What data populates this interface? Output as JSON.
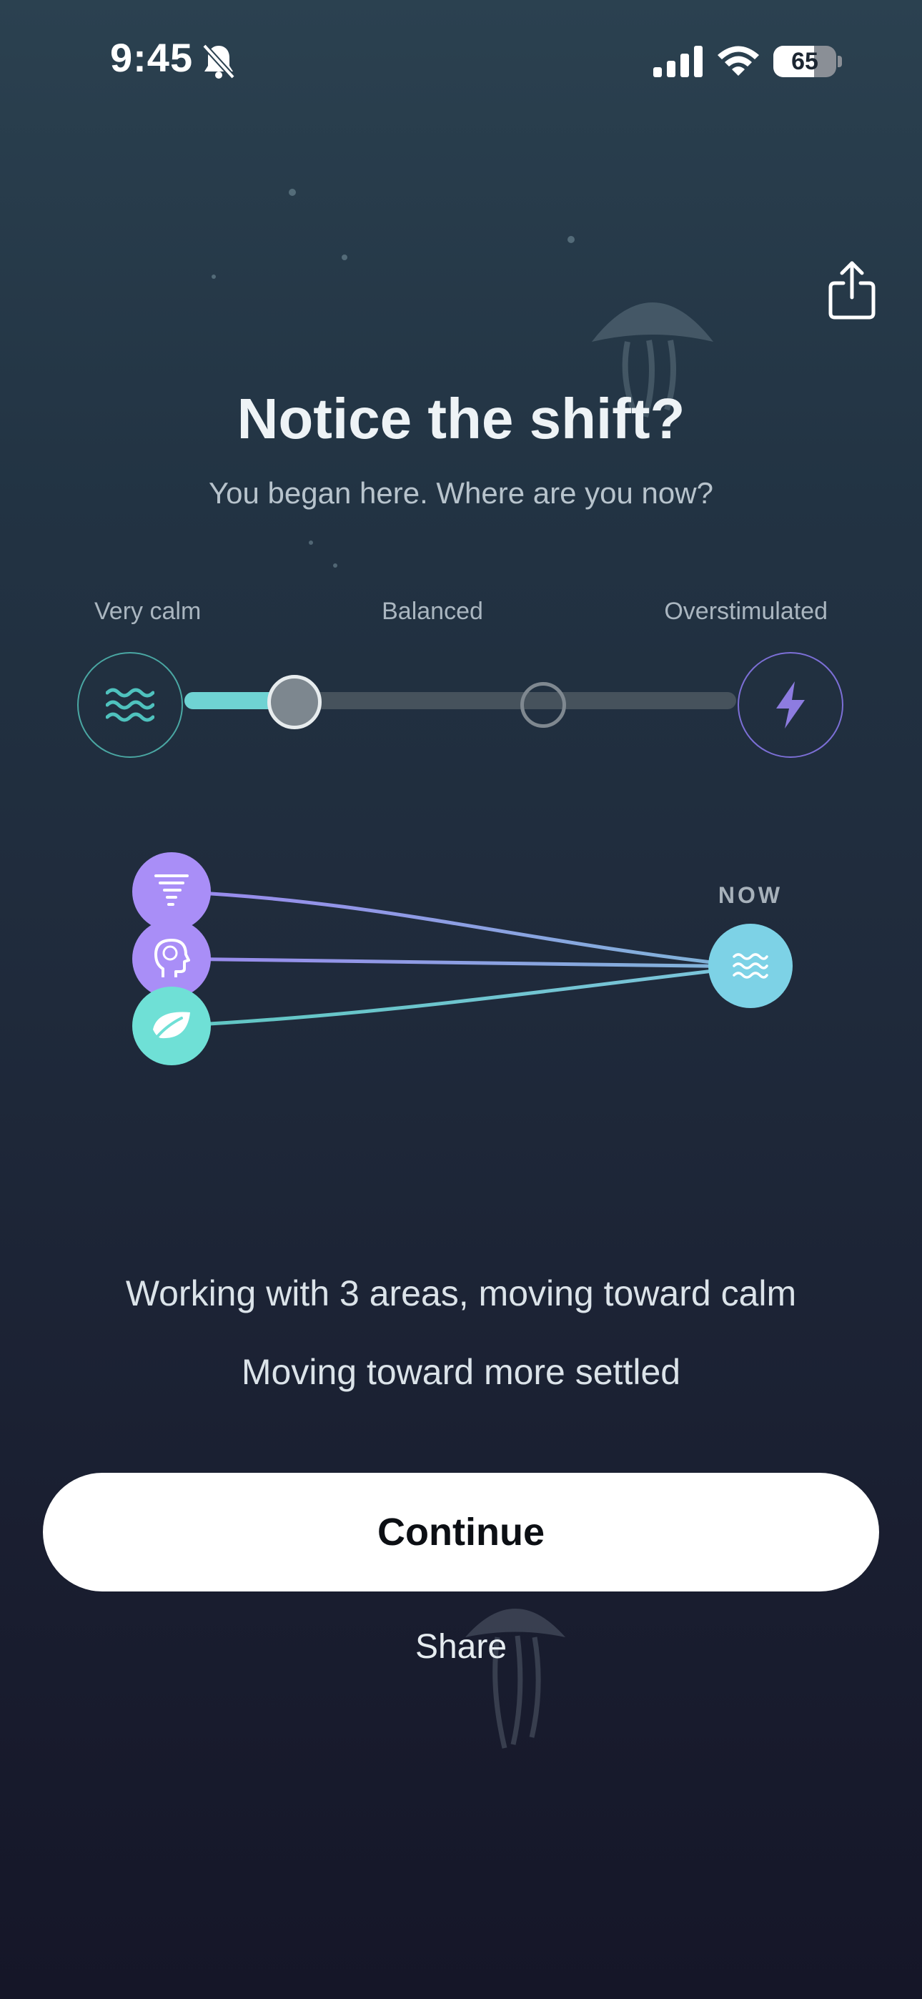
{
  "status_bar": {
    "time": "9:45",
    "battery": "65",
    "battery_level": 0.65
  },
  "icons": {
    "silent": "bell-slash-icon",
    "signal": "cellular-signal-icon",
    "wifi": "wifi-icon",
    "share": "share-icon",
    "calm": "waves-icon",
    "overstimulated": "lightning-bolt-icon",
    "tornado": "tornado-icon",
    "head": "head-brain-icon",
    "leaf": "leaf-icon",
    "now": "waves-icon"
  },
  "header": {
    "title": "Notice the shift?",
    "subtitle": "You began here. Where are you now?"
  },
  "scale": {
    "labels": [
      "Very calm",
      "Balanced",
      "Overstimulated"
    ],
    "now_position": 0.2,
    "start_position": 0.65
  },
  "flow": {
    "now_label": "NOW"
  },
  "summary": {
    "line1": "Working with 3 areas, moving toward calm",
    "line2": "Moving toward more settled"
  },
  "actions": {
    "continue_label": "Continue",
    "share_label": "Share"
  },
  "colors": {
    "calm": "#6fd3d3",
    "overstimulated": "#7c6fd6",
    "purple_node": "#a98ef7",
    "teal_node": "#6fe0d6",
    "now_node": "#7dd2e6"
  }
}
